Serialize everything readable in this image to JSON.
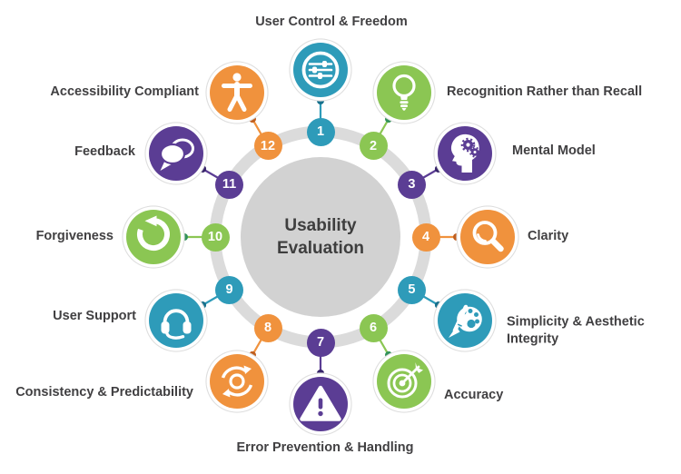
{
  "diagram": {
    "hub": {
      "line1": "Usability",
      "line2": "Evaluation"
    },
    "palette": {
      "teal": {
        "main": "#2E9BB9",
        "dark": "#17708C"
      },
      "green": {
        "main": "#8BC653",
        "dark": "#33925B"
      },
      "purple": {
        "main": "#5B3D94",
        "dark": "#38256B"
      },
      "orange": {
        "main": "#F0923D",
        "dark": "#C05F20"
      },
      "ring": "#DBDBDB",
      "hub_fill": "#D2D2D2",
      "label_text": "#414042",
      "hub_text": "#3E3E3E",
      "badge_text": "#FFFFFF"
    },
    "items": [
      {
        "number": "1",
        "label": "User Control & Freedom",
        "icon": "sliders-icon",
        "color": "teal"
      },
      {
        "number": "2",
        "label": "Recognition Rather than Recall",
        "icon": "lightbulb-icon",
        "color": "green"
      },
      {
        "number": "3",
        "label": "Mental Model",
        "icon": "head-gears-icon",
        "color": "purple"
      },
      {
        "number": "4",
        "label": "Clarity",
        "icon": "magnifier-icon",
        "color": "orange"
      },
      {
        "number": "5",
        "label": "Simplicity & Aesthetic Integrity",
        "icon": "palette-icon",
        "color": "teal"
      },
      {
        "number": "6",
        "label": "Accuracy",
        "icon": "target-icon",
        "color": "green"
      },
      {
        "number": "7",
        "label": "Error Prevention & Handling",
        "icon": "warning-icon",
        "color": "purple"
      },
      {
        "number": "8",
        "label": "Consistency & Predictability",
        "icon": "sync-icon",
        "color": "orange"
      },
      {
        "number": "9",
        "label": "User Support",
        "icon": "headset-icon",
        "color": "teal"
      },
      {
        "number": "10",
        "label": "Forgiveness",
        "icon": "undo-icon",
        "color": "green"
      },
      {
        "number": "11",
        "label": "Feedback",
        "icon": "chat-bubbles-icon",
        "color": "purple"
      },
      {
        "number": "12",
        "label": "Accessibility Compliant",
        "icon": "accessibility-icon",
        "color": "orange"
      }
    ]
  }
}
